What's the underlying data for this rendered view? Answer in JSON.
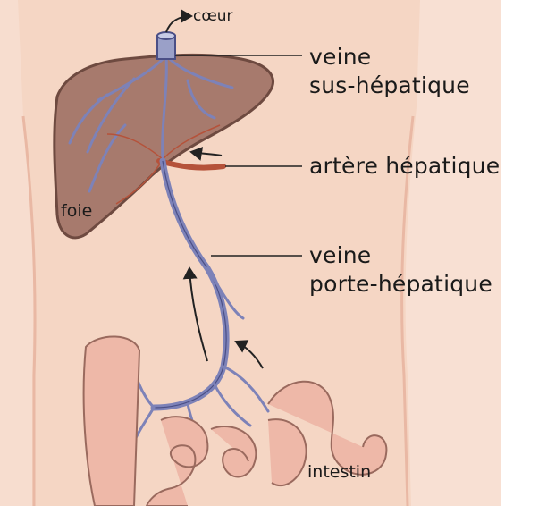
{
  "labels": {
    "coeur": "cœur",
    "veine_sus_hepatique_1": "veine",
    "veine_sus_hepatique_2": "sus-hépatique",
    "artere_hepatique": "artère hépatique",
    "foie": "foie",
    "veine_porte_1": "veine",
    "veine_porte_2": "porte-hépatique",
    "intestin": "intestin"
  },
  "colors": {
    "skin": "#f5d6c4",
    "skin_light": "#fbe9df",
    "liver": "#a77a6d",
    "liver_edge": "#6e4a40",
    "vein": "#7d82b8",
    "vein_dark": "#4b4f86",
    "artery": "#b5523a",
    "intestine": "#eeb8a8",
    "intestine_edge": "#9a6a5e"
  },
  "icons": [
    "arrow-icon"
  ]
}
